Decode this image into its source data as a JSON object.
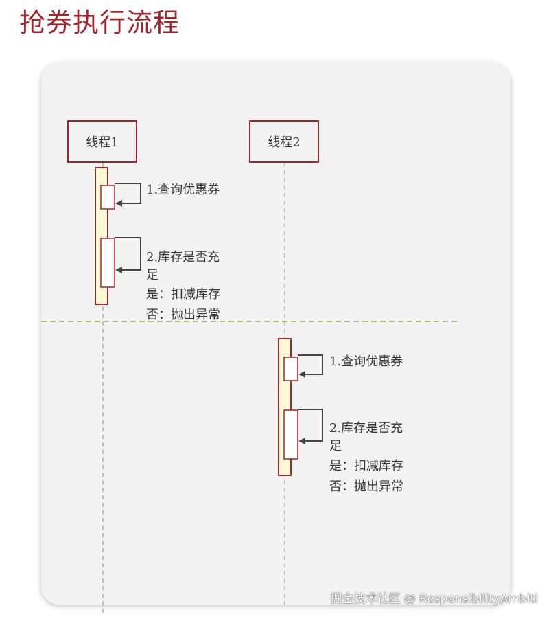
{
  "title": "抢券执行流程",
  "thread1": {
    "label": "线程1",
    "step1": "1.查询优惠券",
    "step2": [
      "2.库存是否充",
      "足",
      "是：扣减库存",
      "否：抛出异常"
    ]
  },
  "thread2": {
    "label": "线程2",
    "step1": "1.查询优惠券",
    "step2": [
      "2.库存是否充",
      "足",
      "是：扣减库存",
      "否：抛出异常"
    ]
  },
  "watermark": "掘金技术社区 @ ResponsibilityAmbiti",
  "colors": {
    "title": "#a3262b",
    "box_border": "#a3262b",
    "activation_fill": "#fdfbd6",
    "divider": "#8bb33a",
    "lifeline": "#aaaaaa"
  }
}
